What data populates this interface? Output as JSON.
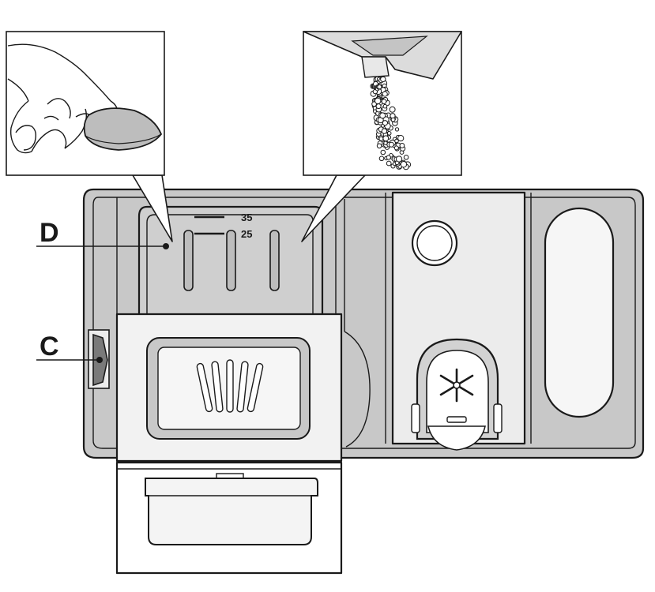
{
  "labels": {
    "d": "D",
    "c": "C"
  },
  "dose_marks": {
    "upper": "35",
    "lower": "25"
  },
  "colors": {
    "outline": "#1a1a1a",
    "panel_gray": "#c8c8c8",
    "light_gray": "#e4e4e4",
    "background": "#ffffff"
  },
  "icons": [
    "hand-icon",
    "detergent-tablet-icon",
    "powder-pour-icon",
    "rinse-aid-indicator-icon",
    "rotary-cap-icon"
  ]
}
